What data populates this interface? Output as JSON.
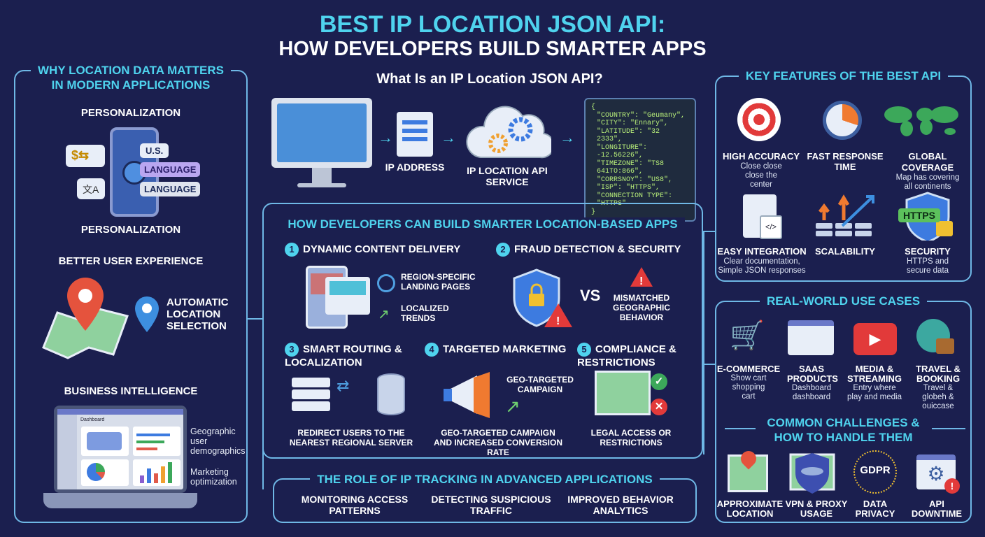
{
  "title": {
    "line1": "BEST IP LOCATION JSON API:",
    "line2": "HOW DEVELOPERS BUILD SMARTER APPS"
  },
  "left": {
    "header1": "WHY LOCATION DATA MATTERS",
    "header2": "IN MODERN APPLICATIONS",
    "personalization_top": "PERSONALIZATION",
    "chip_us": "U.S.",
    "chip_lang1": "LANGUAGE",
    "chip_lang2": "LANGUAGE",
    "personalization_bottom": "PERSONALIZATION",
    "better_ux": "BETTER USER EXPERIENCE",
    "auto_location": "AUTOMATIC LOCATION SELECTION",
    "bi": "BUSINESS INTELLIGENCE",
    "dashboard": "Dashboard",
    "geo_demo": "Geographic user demographics",
    "marketing": "Marketing optimization"
  },
  "what": {
    "title": "What Is an IP Location JSON API?",
    "ip_address": "IP ADDRESS",
    "service": "IP LOCATION API SERVICE",
    "json": [
      "{",
      "\"COUNTRY\": \"Geumany\",",
      "\"CITY\": \"Ennary\",",
      "\"LATITUDE\": \"32 2333\",",
      "\"LONGITURE\": -12.56226\",",
      "\"TIMEZONE\": \"TS8 641TO:866\",",
      "\"CORRSNOY\": \"US8\",",
      "\"ISP\": \"HTTPS\",",
      "\"CONNECTION TYPE\": \"HTTPS\"",
      "}"
    ]
  },
  "how": {
    "header": "HOW DEVELOPERS CAN BUILD SMARTER LOCATION-BASED APPS",
    "s1": {
      "n": "1",
      "title": "DYNAMIC CONTENT DELIVERY",
      "a": "REGION-SPECIFIC LANDING PAGES",
      "b": "LOCALIZED TRENDS"
    },
    "s2": {
      "n": "2",
      "title": "FRAUD DETECTION & SECURITY",
      "vs": "VS",
      "b": "MISMATCHED GEOGRAPHIC BEHAVIOR"
    },
    "s3": {
      "n": "3",
      "title": "SMART ROUTING & LOCALIZATION",
      "cap": "REDIRECT USERS TO THE NEAREST REGIONAL SERVER"
    },
    "s4": {
      "n": "4",
      "title": "TARGETED MARKETING",
      "campaign": "GEO-TARGETED CAMPAIGN",
      "cap": "GEO-TARGETED CAMPAIGN AND INCREASED CONVERSION RATE"
    },
    "s5": {
      "n": "5",
      "title": "COMPLIANCE & RESTRICTIONS",
      "cap": "LEGAL ACCESS OR RESTRICTIONS"
    }
  },
  "role": {
    "header": "THE ROLE OF IP TRACKING IN ADVANCED APPLICATIONS",
    "items": [
      "MONITORING ACCESS PATTERNS",
      "DETECTING SUSPICIOUS TRAFFIC",
      "IMPROVED BEHAVIOR ANALYTICS"
    ]
  },
  "features": {
    "header": "KEY FEATURES OF THE BEST API",
    "items": [
      {
        "title": "HIGH ACCURACY",
        "desc": "Close close close the center"
      },
      {
        "title": "FAST RESPONSE TIME",
        "desc": ""
      },
      {
        "title": "GLOBAL COVERAGE",
        "desc": "Map has covering all continents"
      },
      {
        "title": "EASY INTEGRATION",
        "desc": "Clear documentation, Simple JSON responses"
      },
      {
        "title": "SCALABILITY",
        "desc": ""
      },
      {
        "title": "SECURITY",
        "desc": "HTTPS and secure data"
      }
    ],
    "https": "HTTPS"
  },
  "usecases": {
    "header": "REAL-WORLD USE CASES",
    "items": [
      {
        "title": "E-COMMERCE",
        "desc": "Show cart shopping cart"
      },
      {
        "title": "SAAS PRODUCTS",
        "desc": "Dashboard dashboard"
      },
      {
        "title": "MEDIA & STREAMING",
        "desc": "Entry where play and media"
      },
      {
        "title": "TRAVEL & BOOKING",
        "desc": "Travel & globeh & ouiccase"
      }
    ]
  },
  "challenges": {
    "header1": "COMMON CHALLENGES &",
    "header2": "HOW TO HANDLE THEM",
    "gdpr": "GDPR",
    "items": [
      "APPROXIMATE LOCATION",
      "VPN & PROXY USAGE",
      "DATA PRIVACY",
      "API DOWNTIME"
    ]
  }
}
